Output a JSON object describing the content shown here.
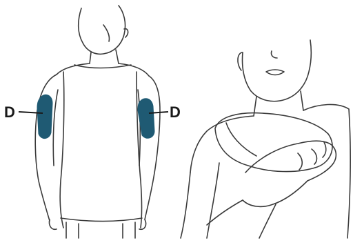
{
  "labels": {
    "left": "D",
    "right": "D"
  },
  "colors": {
    "ink": "#3a3a3a",
    "injection_site": "#1f5a73",
    "background": "#ffffff"
  },
  "icons": [
    "back-figure-illustration",
    "pinch-skin-illustration"
  ]
}
